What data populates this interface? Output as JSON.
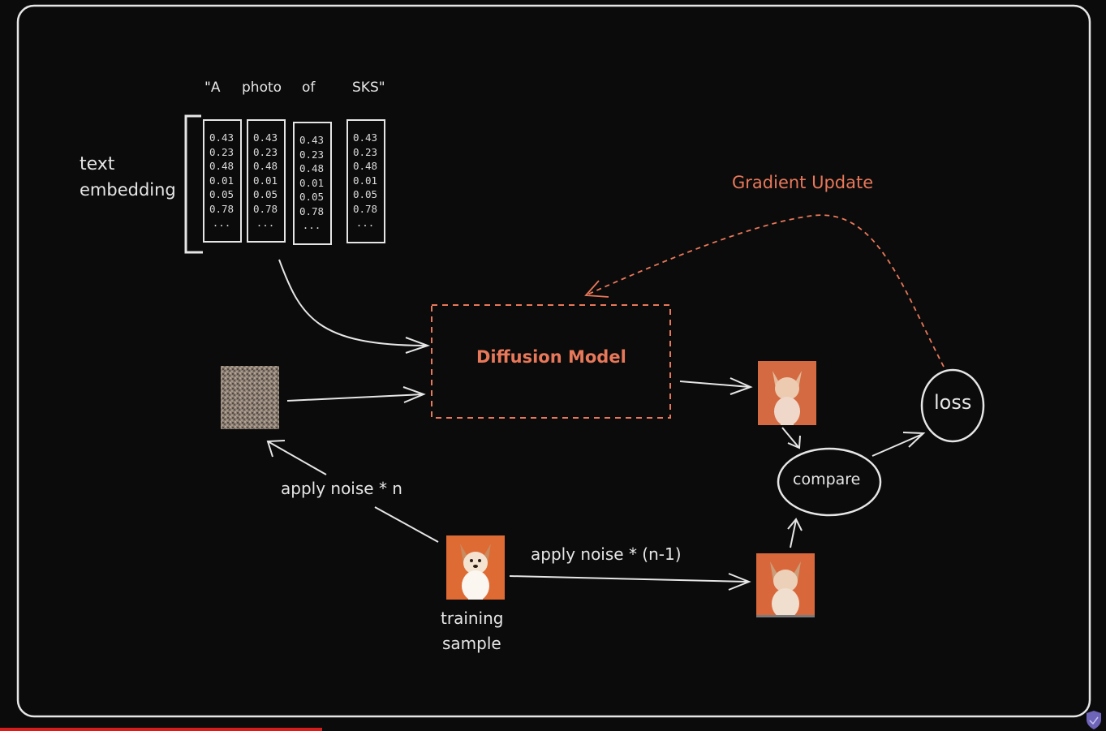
{
  "embedding": {
    "label_line1": "text",
    "label_line2": "embedding",
    "tokens": [
      "\"A",
      "photo",
      "of",
      "SKS\""
    ],
    "columns": [
      [
        "0.43",
        "0.23",
        "0.48",
        "0.01",
        "0.05",
        "0.78",
        "..."
      ],
      [
        "0.43",
        "0.23",
        "0.48",
        "0.01",
        "0.05",
        "0.78",
        "..."
      ],
      [
        "0.43",
        "0.23",
        "0.48",
        "0.01",
        "0.05",
        "0.78",
        "..."
      ],
      [
        "0.43",
        "0.23",
        "0.48",
        "0.01",
        "0.05",
        "0.78",
        "..."
      ]
    ]
  },
  "labels": {
    "diffusion_model": "Diffusion Model",
    "gradient_update": "Gradient Update",
    "loss": "loss",
    "compare": "compare",
    "apply_noise_n": "apply noise * n",
    "apply_noise_n_minus_1": "apply noise * (n-1)",
    "training_line1": "training",
    "training_line2": "sample"
  },
  "colors": {
    "background": "#0b0b0b",
    "chalk": "#e6e6e6",
    "accent": "#e8785a",
    "photo_orange": "#d9683a",
    "progress": "#d81c1c"
  },
  "icons": {
    "shield": "shield-icon"
  }
}
